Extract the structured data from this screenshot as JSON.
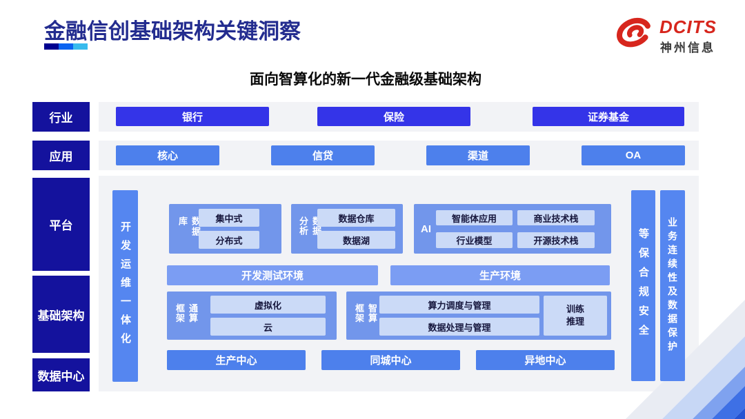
{
  "slide": {
    "title": "金融信创基础架构关键洞察",
    "subtitle": "面向智算化的新一代金融级基础架构"
  },
  "logo": {
    "brand": "DCITS",
    "company": "神州信息",
    "swirl_icon": "red-swirl",
    "brand_color": "#D7261D"
  },
  "side_labels": {
    "industry": "行业",
    "application": "应用",
    "platform": "平台",
    "infrastructure": "基础架构",
    "datacenter": "数据中心"
  },
  "industry_row": {
    "items": [
      "银行",
      "保险",
      "证券基金"
    ]
  },
  "application_row": {
    "items": [
      "核心",
      "信贷",
      "渠道",
      "OA"
    ]
  },
  "pillars": {
    "devops": "开发运维一体化",
    "security": "等保合规安全",
    "continuity": "业务连续性及数据保护"
  },
  "platform_section": {
    "database": {
      "label": "数据库",
      "items": [
        "集中式",
        "分布式"
      ]
    },
    "analytics": {
      "label": "数据分析",
      "items": [
        "数据仓库",
        "数据湖"
      ]
    },
    "ai": {
      "label": "AI",
      "items": [
        "智能体应用",
        "商业技术栈",
        "行业模型",
        "开源技术栈"
      ]
    }
  },
  "environments": {
    "dev_test": "开发测试环境",
    "production": "生产环境"
  },
  "frameworks": {
    "general": {
      "label": "通算框架",
      "items": [
        "虚拟化",
        "云"
      ]
    },
    "intelligent": {
      "label": "智算框架",
      "items": [
        "算力调度与管理",
        "数据处理与管理"
      ],
      "training": [
        "训练",
        "推理"
      ]
    }
  },
  "datacenter_row": {
    "items": [
      "生产中心",
      "同城中心",
      "异地中心"
    ]
  },
  "colors": {
    "title_navy": "#232C8F",
    "label_navy": "#14129D",
    "industry_blue": "#3434E8",
    "app_blue": "#4D80EC",
    "pillar_blue": "#5586F0",
    "section_blue": "#7296EB",
    "env_blue": "#7B9DF3",
    "inner_light_blue": "#CBDAF7",
    "panel_gray": "#F2F3F6",
    "logo_red": "#D7261D",
    "underline_segments": [
      "#00008F",
      "#0B63F1",
      "#38BBED"
    ],
    "corner_stripes": [
      "#E9ECF3",
      "#C7D7F5",
      "#7FA2EF",
      "#3E70E5",
      "#2553D2"
    ]
  }
}
